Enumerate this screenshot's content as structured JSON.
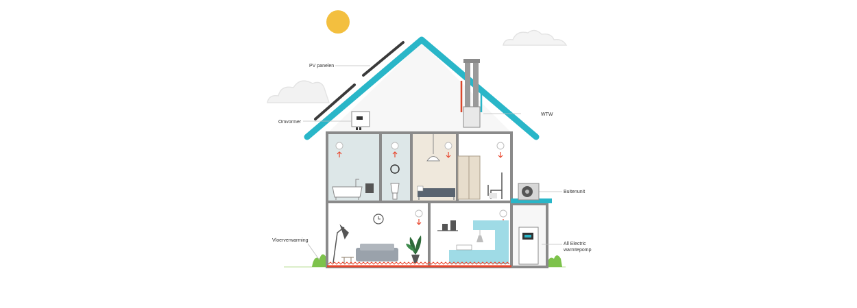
{
  "labels": {
    "pv_panels": "PV panelen",
    "inverter": "Omvormer",
    "wtw": "WTW",
    "outdoor_unit": "Buitenunit",
    "floor_heating": "Vloerverwarming",
    "heat_pump_line1": "All Electric",
    "heat_pump_line2": "warmtepomp"
  },
  "colors": {
    "roof": "#29b6c8",
    "walls": "#8a8a8a",
    "sun": "#f3bf3f",
    "floor_heating": "#e8452c",
    "grass": "#7dc24b",
    "cloud": "#e6e6e6",
    "wall_fill": "#f7f7f7",
    "bathroom_fill": "#dde7e8",
    "bedroom_fill": "#efe8dc",
    "kitchen_cabinet": "#9fdbe6",
    "sofa": "#9aa2ab",
    "panel": "#3a3a3a",
    "duct_supply": "#d9462b",
    "duct_exhaust": "#29b6c8"
  },
  "icons": [
    "sun-icon",
    "cloud-icon",
    "solar-panel-icon",
    "inverter-icon",
    "wtw-unit-icon",
    "outdoor-unit-icon",
    "heat-pump-icon",
    "bathtub-icon",
    "toilet-icon",
    "bed-icon",
    "wardrobe-icon",
    "chair-icon",
    "lamp-icon",
    "sofa-icon",
    "plant-icon",
    "clock-icon",
    "kitchen-icon",
    "vent-icon"
  ]
}
